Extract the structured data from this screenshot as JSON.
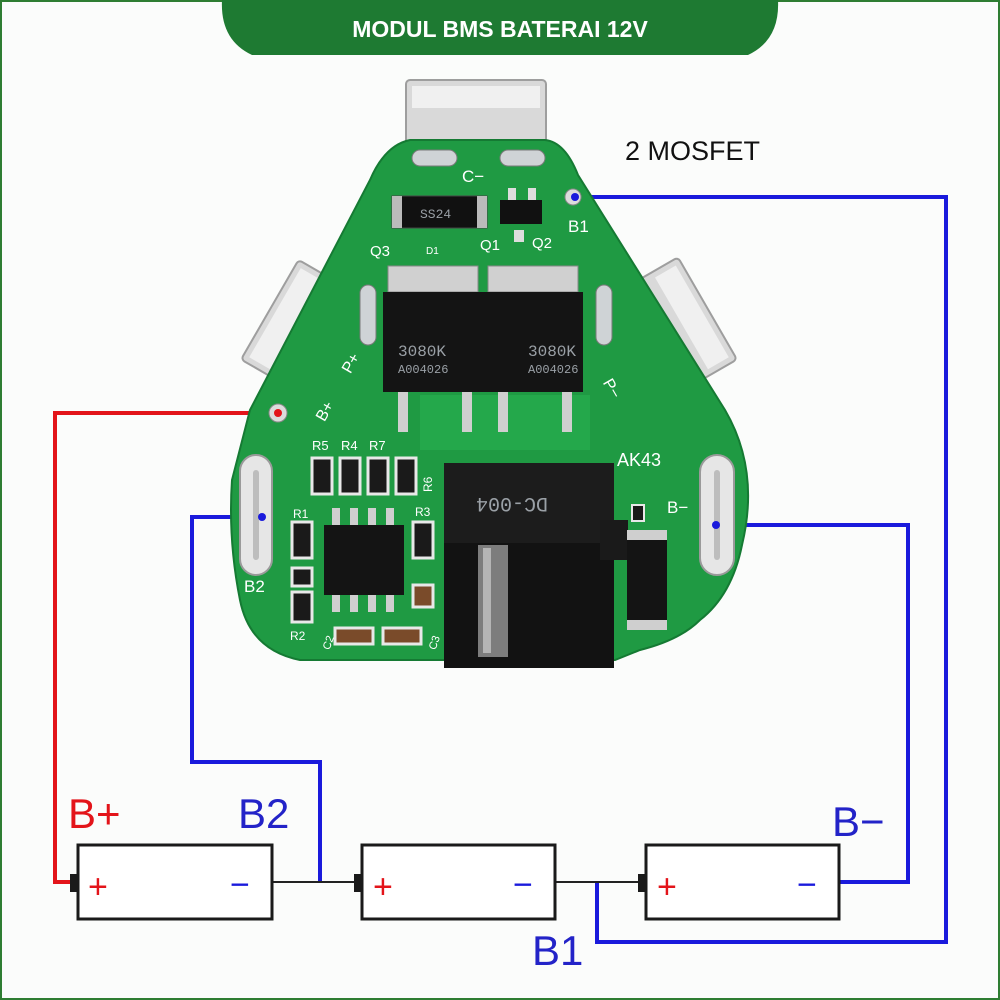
{
  "banner": {
    "title": "MODUL BMS BATERAI 12V"
  },
  "annotation": {
    "mosfet_note": "2 MOSFET"
  },
  "board": {
    "label_ak43": "AK43",
    "pad_labels": {
      "c_minus": "C−",
      "b1": "B1",
      "p_plus": "P+",
      "b_plus": "B+",
      "p_minus": "P−",
      "b_minus": "B−",
      "b2": "B2"
    },
    "ref_designators": {
      "q3": "Q3",
      "d1": "D1",
      "q1": "Q1",
      "q2": "Q2",
      "r5": "R5",
      "r4": "R4",
      "r7": "R7",
      "r6": "R6",
      "r1": "R1",
      "r3": "R3",
      "r2": "R2",
      "c2": "C2",
      "c3": "C3"
    },
    "mosfets": [
      {
        "part": "3080K",
        "lot": "A004026"
      },
      {
        "part": "3080K",
        "lot": "A004026"
      }
    ],
    "diode_marking": "SS24",
    "dc_jack_marking": "DC-004"
  },
  "wiring_labels": {
    "b_plus": "B+",
    "b2": "B2",
    "b_minus": "B−",
    "b1": "B1"
  },
  "cells": [
    {
      "plus": "+",
      "minus": "−"
    },
    {
      "plus": "+",
      "minus": "−"
    },
    {
      "plus": "+",
      "minus": "−"
    }
  ],
  "colors": {
    "banner": "#1e7a32",
    "pcb": "#1f9a43",
    "wire_red": "#e3141a",
    "wire_blue": "#1a1adc",
    "label_red": "#e3141a",
    "label_blue": "#2323c8"
  }
}
